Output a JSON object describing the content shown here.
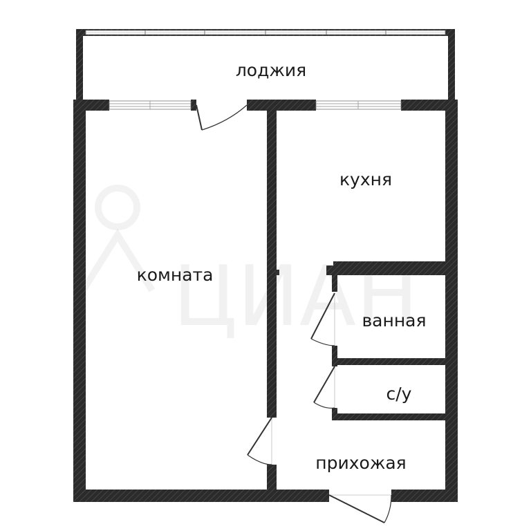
{
  "plan": {
    "rooms": {
      "loggia": "лоджия",
      "room": "комната",
      "kitchen": "кухня",
      "bathroom": "ванная",
      "toilet": "с/у",
      "hallway": "прихожая"
    },
    "watermark": "ЦИАН"
  }
}
